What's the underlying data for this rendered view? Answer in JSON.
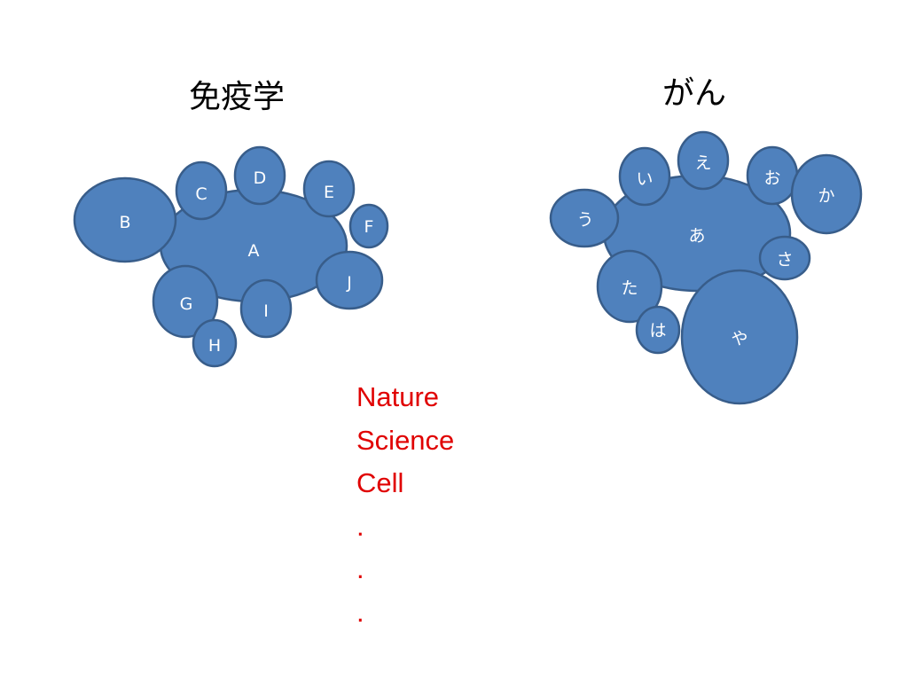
{
  "colors": {
    "bubble_fill": "#4f81bd",
    "bubble_stroke": "#385d8a",
    "journal_text": "#e00000"
  },
  "groups": [
    {
      "id": "immunology",
      "title": "免疫学",
      "bubbles": [
        "A",
        "B",
        "C",
        "D",
        "E",
        "F",
        "G",
        "H",
        "I",
        "J"
      ]
    },
    {
      "id": "cancer",
      "title": "がん",
      "bubbles": [
        "あ",
        "う",
        "い",
        "え",
        "お",
        "か",
        "さ",
        "た",
        "は",
        "や"
      ]
    }
  ],
  "journals": [
    "Nature",
    "Science",
    "Cell",
    ".",
    ".",
    "."
  ]
}
